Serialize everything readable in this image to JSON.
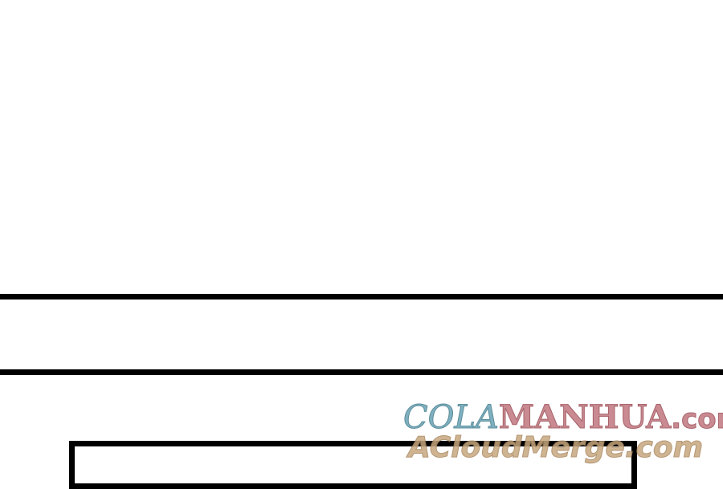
{
  "watermark": {
    "site_part1": "COLA",
    "site_part2": "MANHUA",
    "site_suffix": ".com",
    "secondary": "ACloudMerge.com"
  },
  "colors": {
    "background": "#ffffff",
    "rules": "#000000",
    "watermark_cola": "#7fb0bf",
    "watermark_manhua": "#c98a91",
    "watermark_secondary": "#c7a77f"
  }
}
